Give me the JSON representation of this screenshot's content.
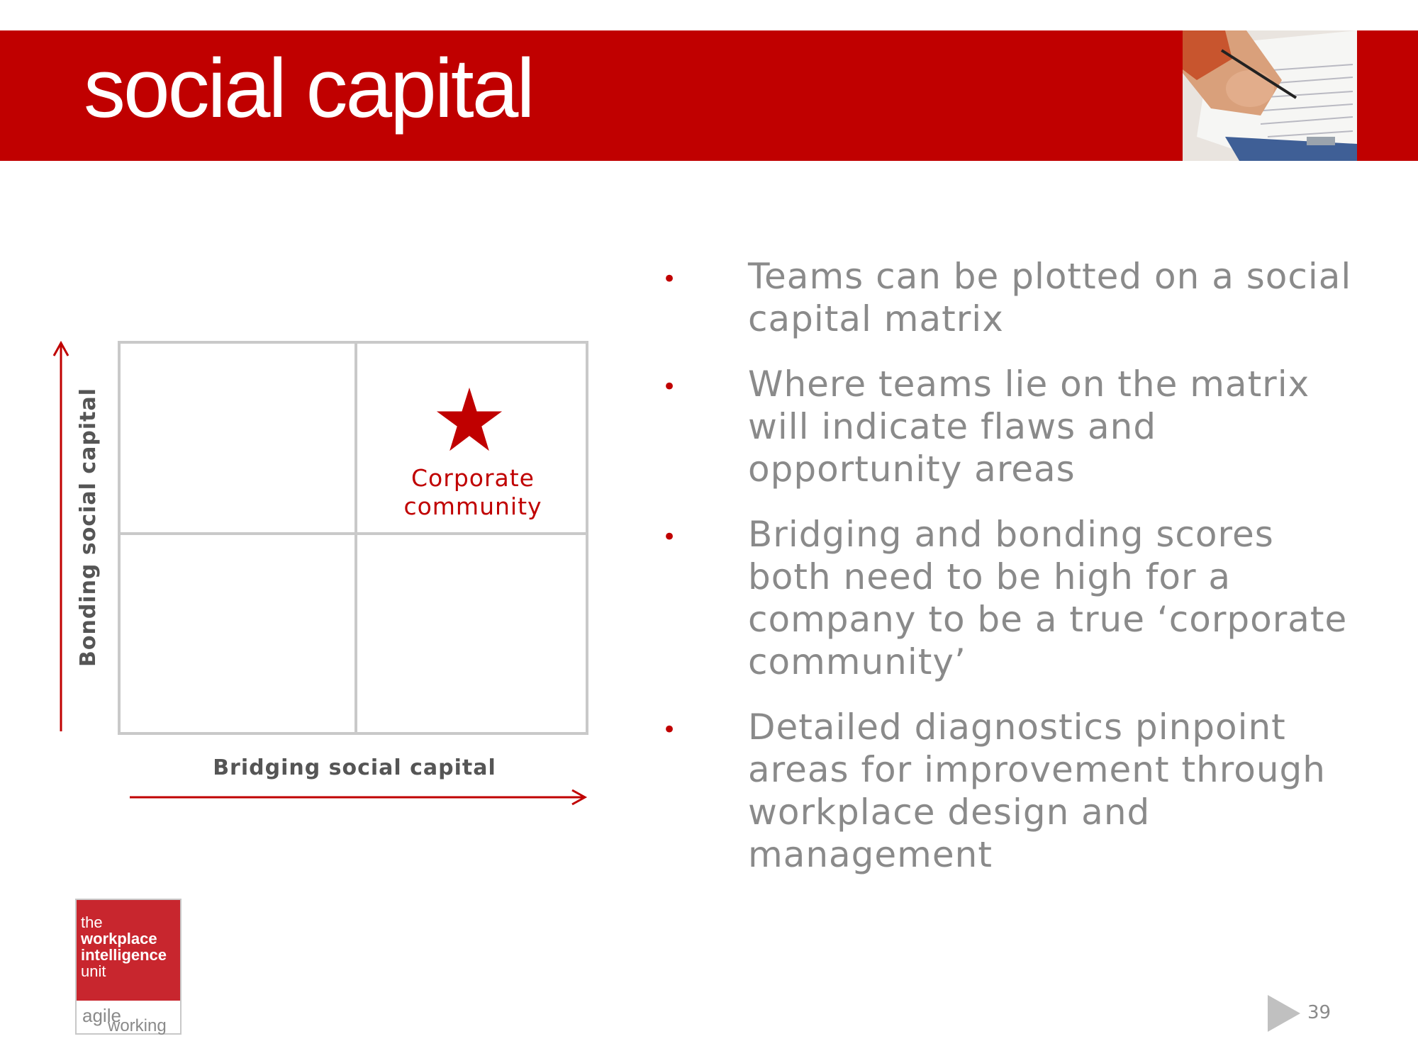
{
  "header": {
    "title": "social capital"
  },
  "matrix": {
    "y_axis_label": "Bonding social capital",
    "x_axis_label": "Bridging social capital",
    "quadrant_label": "Corporate community"
  },
  "bullets": [
    "Teams can be plotted on a social capital matrix",
    "Where teams lie on the matrix will indicate flaws and opportunity areas",
    "Bridging and bonding scores both need to be high for a company to be a true ‘corporate community’",
    "Detailed diagnostics pinpoint areas for improvement through workplace design and management"
  ],
  "logo": {
    "line1": "the",
    "line2": "workplace",
    "line3": "intelligence",
    "line4": "unit",
    "agile": "agile",
    "working": "working"
  },
  "footer": {
    "page_number": "39"
  },
  "colors": {
    "brand_red": "#c00000",
    "grid": "#c9c9c9",
    "text_gray": "#8a8a8a"
  }
}
